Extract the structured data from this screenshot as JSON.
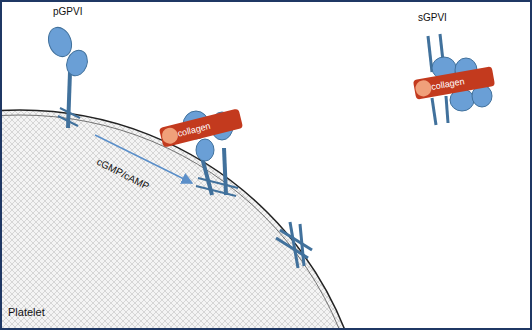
{
  "diagram": {
    "nodes": [
      {
        "text": [
          "Platelet"
        ]
      },
      {
        "text": [
          "collagen"
        ]
      },
      {
        "text": [
          "collagen"
        ]
      }
    ],
    "labels": [
      "pGPVI",
      "cGMP/cAMP",
      "sGPVI"
    ]
  }
}
